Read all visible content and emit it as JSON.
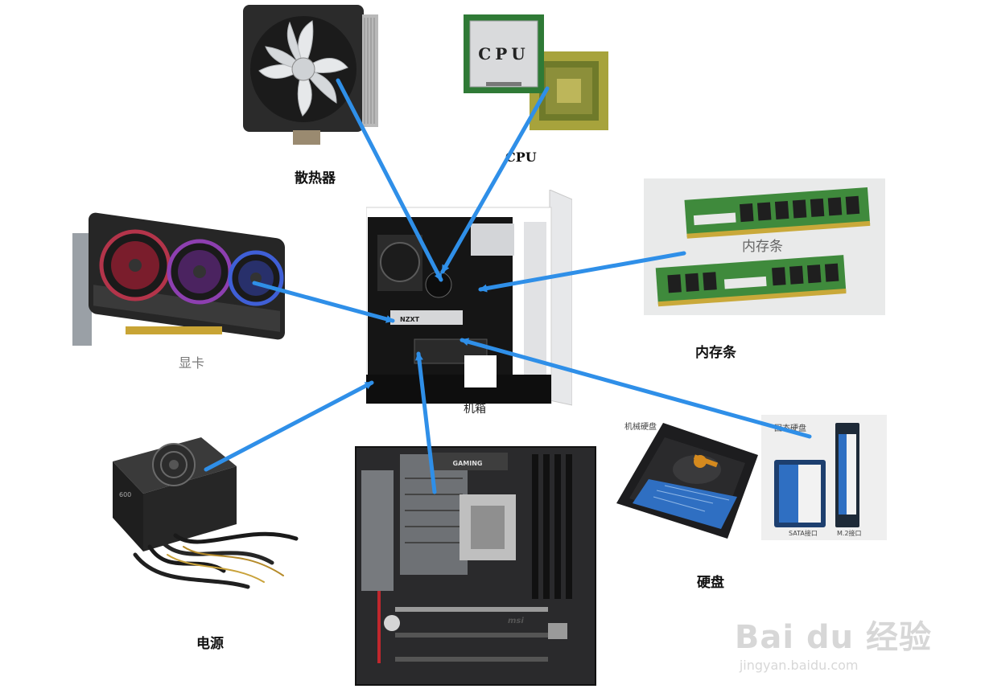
{
  "labels": {
    "cooler": "散热器",
    "cpu": "CPU",
    "cpu_chip": "CPU",
    "ram_inner": "内存条",
    "ram": "内存条",
    "gpu": "显卡",
    "case": "机箱",
    "psu": "电源",
    "hdd": "机械硬盘",
    "ssd": "固态硬盘",
    "sata": "SATA接口",
    "m2": "M.2接口",
    "disks": "硬盘",
    "board_brand": "msi",
    "board_gaming": "GAMING",
    "case_brand": "NZXT",
    "psu_badge": "600"
  },
  "watermark": {
    "main": "Bai du 经验",
    "sub": "jingyan.baidu.com"
  },
  "colors": {
    "arrow": "#2f8fe8"
  }
}
